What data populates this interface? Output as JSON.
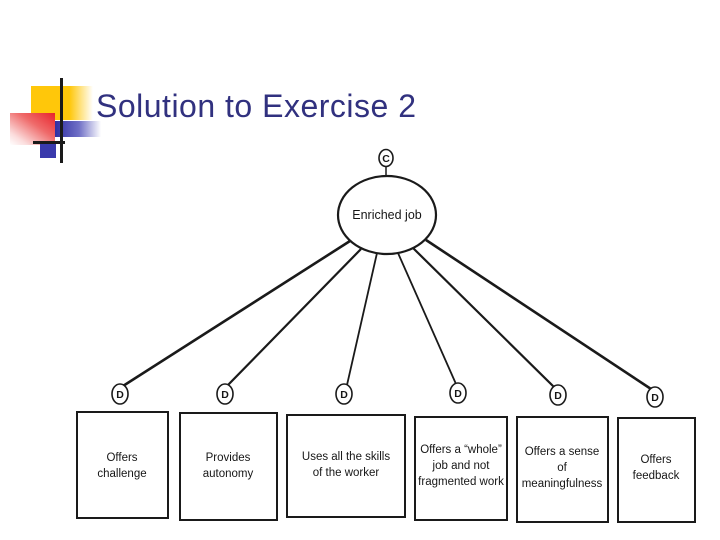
{
  "slide": {
    "title": "Solution to Exercise 2",
    "title_color": "#31317F",
    "background_color": "#FFFFFF"
  },
  "logo": {
    "colors": {
      "yellow": "#FFC70A",
      "red": "#E8232B",
      "blue": "#2F2FA2",
      "crosshair_black": "#1A1A1A"
    }
  },
  "diagram": {
    "ink_color": "#1A1A1A",
    "center_node": {
      "badge": "C",
      "label": "Enriched job"
    },
    "branches": [
      {
        "badge": "D",
        "box_lines": [
          "Offers",
          "challenge"
        ]
      },
      {
        "badge": "D",
        "box_lines": [
          "Provides",
          "autonomy"
        ]
      },
      {
        "badge": "D",
        "box_lines": [
          "Uses all the skills",
          "of the worker"
        ]
      },
      {
        "badge": "D",
        "box_lines": [
          "Offers a “whole”",
          "job and not",
          "fragmented work"
        ]
      },
      {
        "badge": "D",
        "box_lines": [
          "Offers a sense",
          "of",
          "meaningfulness"
        ]
      },
      {
        "badge": "D",
        "box_lines": [
          "Offers",
          "feedback"
        ]
      }
    ]
  }
}
